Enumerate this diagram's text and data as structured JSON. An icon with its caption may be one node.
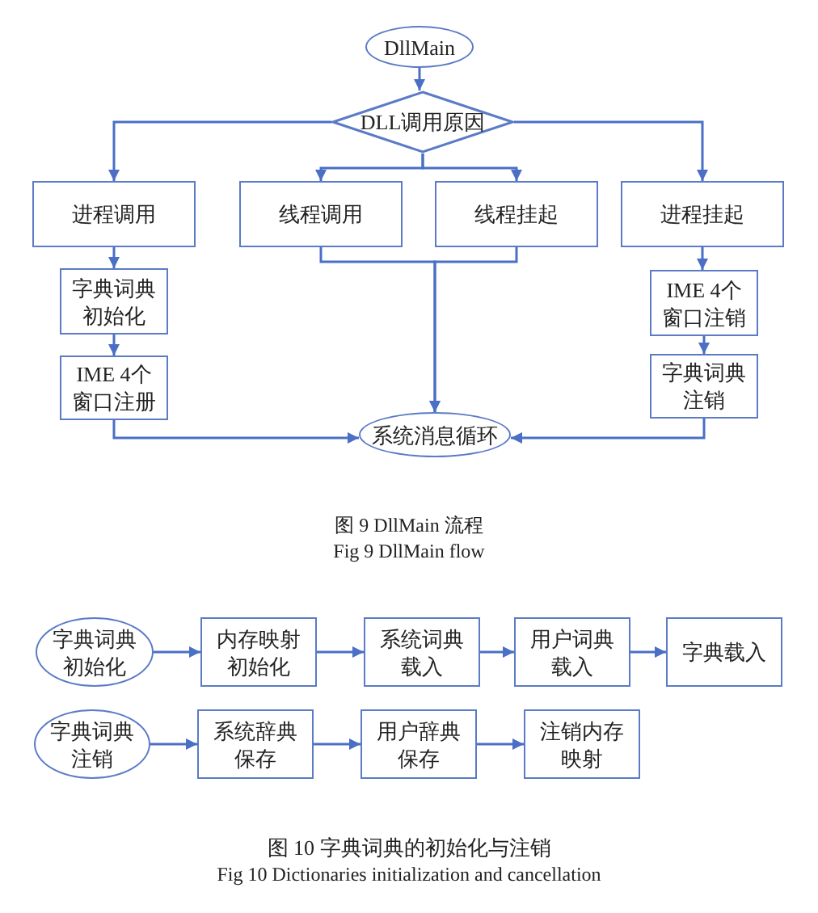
{
  "diagram": {
    "nodes": [
      {
        "text": [
          "DllMain"
        ]
      },
      {
        "text": [
          "DLL调用原因"
        ]
      },
      {
        "text": [
          "进程调用"
        ]
      },
      {
        "text": [
          "线程调用"
        ]
      },
      {
        "text": [
          "线程挂起"
        ]
      },
      {
        "text": [
          "进程挂起"
        ]
      },
      {
        "text": [
          "字典词典初始化"
        ]
      },
      {
        "text": [
          "IME 4个窗口注册"
        ]
      },
      {
        "text": [
          "IME 4个窗口注销"
        ]
      },
      {
        "text": [
          "字典词典注销"
        ]
      },
      {
        "text": [
          "系统消息循环"
        ]
      },
      {
        "text": [
          "字典词典初始化"
        ]
      },
      {
        "text": [
          "内存映射初始化"
        ]
      },
      {
        "text": [
          "系统词典载入"
        ]
      },
      {
        "text": [
          "用户词典载入"
        ]
      },
      {
        "text": [
          "字典载入"
        ]
      },
      {
        "text": [
          "字典词典注销"
        ]
      },
      {
        "text": [
          "系统辞典保存"
        ]
      },
      {
        "text": [
          "用户辞典保存"
        ]
      },
      {
        "text": [
          "注销内存映射"
        ]
      }
    ],
    "edges": [
      {
        "from": 0,
        "to": 1,
        "arrow": "to"
      },
      {
        "from": 1,
        "to": 2,
        "arrow": "to"
      },
      {
        "from": 1,
        "to": 3,
        "arrow": "to"
      },
      {
        "from": 1,
        "to": 4,
        "arrow": "to"
      },
      {
        "from": 1,
        "to": 5,
        "arrow": "to"
      },
      {
        "from": 2,
        "to": 6,
        "arrow": "to"
      },
      {
        "from": 6,
        "to": 7,
        "arrow": "to"
      },
      {
        "from": 7,
        "to": 10,
        "arrow": "to"
      },
      {
        "from": 3,
        "to": 10,
        "arrow": "to"
      },
      {
        "from": 4,
        "to": 10,
        "arrow": "to"
      },
      {
        "from": 5,
        "to": 8,
        "arrow": "to"
      },
      {
        "from": 8,
        "to": 9,
        "arrow": "to"
      },
      {
        "from": 9,
        "to": 10,
        "arrow": "to"
      },
      {
        "from": 11,
        "to": 12,
        "arrow": "to"
      },
      {
        "from": 12,
        "to": 13,
        "arrow": "to"
      },
      {
        "from": 13,
        "to": 14,
        "arrow": "to"
      },
      {
        "from": 14,
        "to": 15,
        "arrow": "to"
      },
      {
        "from": 16,
        "to": 17,
        "arrow": "to"
      },
      {
        "from": 17,
        "to": 18,
        "arrow": "to"
      },
      {
        "from": 18,
        "to": 19,
        "arrow": "to"
      }
    ],
    "labels": [
      "图 9 DllMain 流程",
      "Fig 9 DllMain flow",
      "图 10 字典词典的初始化与注销",
      "Fig 10 Dictionaries initialization and cancellation"
    ]
  }
}
